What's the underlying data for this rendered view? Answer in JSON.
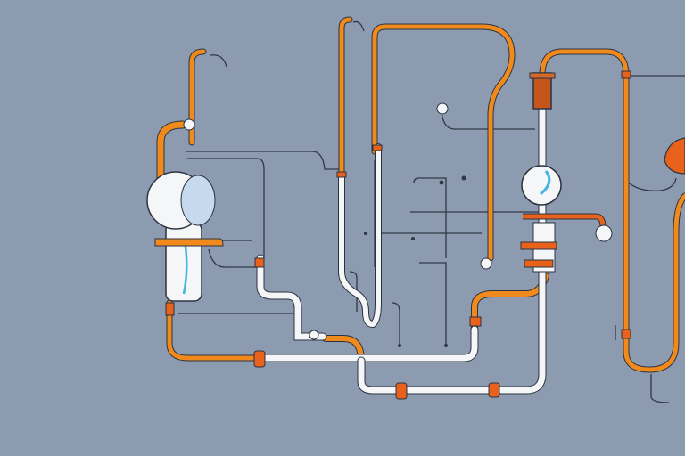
{
  "diagram": {
    "colors": {
      "background": "#8d9bb0",
      "orange_pipe": "#f08a1c",
      "red_orange_fitting": "#e8621c",
      "white_pipe": "#f4f6f8",
      "outline": "#2b3340",
      "wire": "#2f3845",
      "water": "#3fb6e0",
      "valve_body": "#c4561c"
    },
    "components": [
      "left-tank",
      "right-bulb-tank",
      "valve-body",
      "main-white-pipe",
      "lower-white-pipe",
      "orange-riser-pipes",
      "control-wires"
    ]
  }
}
